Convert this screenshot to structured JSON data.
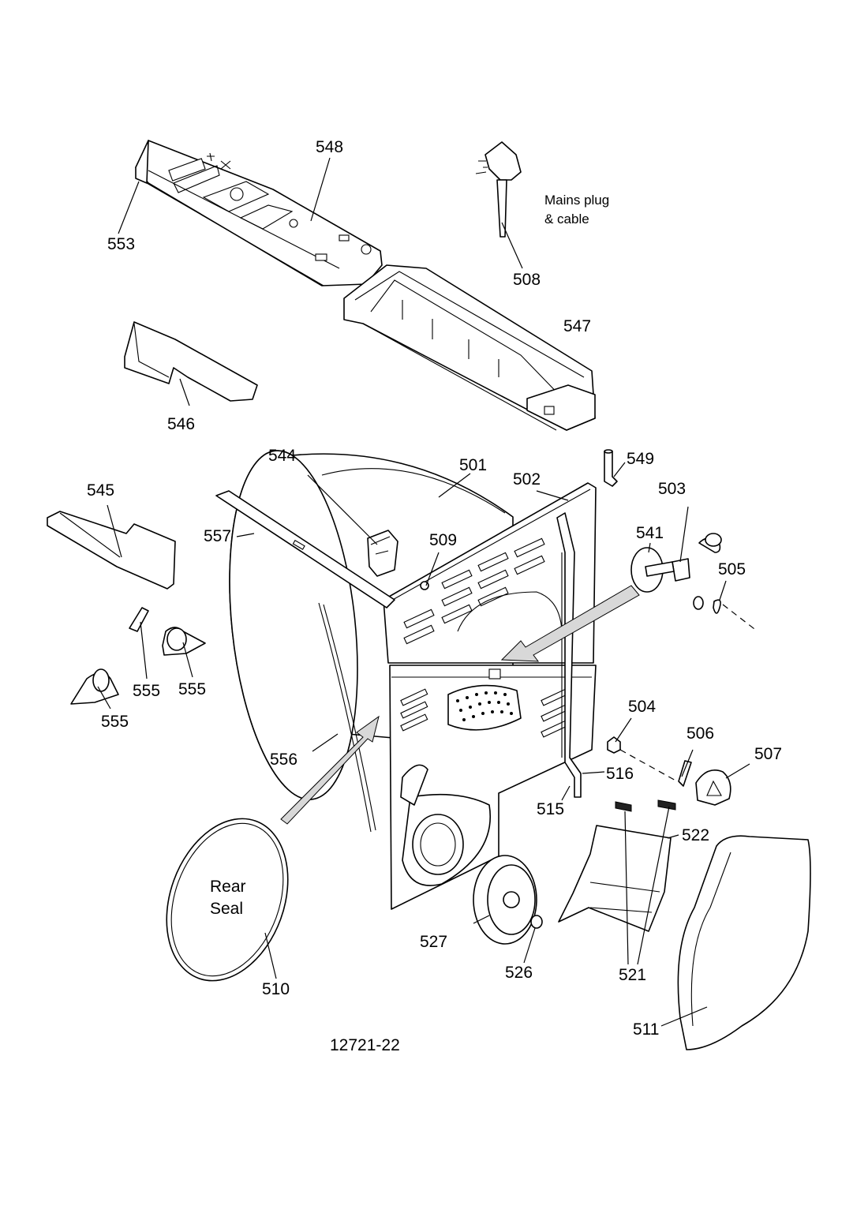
{
  "diagram_id": "12721-22",
  "note_mains": [
    "Mains plug",
    "& cable"
  ],
  "seal_label": [
    "Rear",
    "Seal"
  ],
  "labels": {
    "p548": "548",
    "p553": "553",
    "p508": "508",
    "p547": "547",
    "p546": "546",
    "p544": "544",
    "p501": "501",
    "p549": "549",
    "p545": "545",
    "p502": "502",
    "p503": "503",
    "p557": "557",
    "p541": "541",
    "p509": "509",
    "p505": "505",
    "p555a": "555",
    "p555b": "555",
    "p555c": "555",
    "p504": "504",
    "p506": "506",
    "p556": "556",
    "p507": "507",
    "p516": "516",
    "p515": "515",
    "p522": "522",
    "p527": "527",
    "p526": "526",
    "p521": "521",
    "p510": "510",
    "p511": "511"
  }
}
